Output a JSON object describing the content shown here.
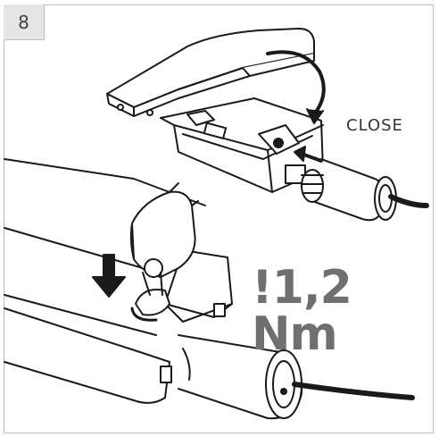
{
  "step": {
    "number": "8"
  },
  "annotations": {
    "close_label": "CLOSE",
    "torque_label": "!1,2 Nm"
  },
  "colors": {
    "frame_border": "#bdbdbd",
    "step_box_bg": "#e6e6e6",
    "torque_text": "#6f6f6f",
    "line_art": "#1a1a1a"
  }
}
